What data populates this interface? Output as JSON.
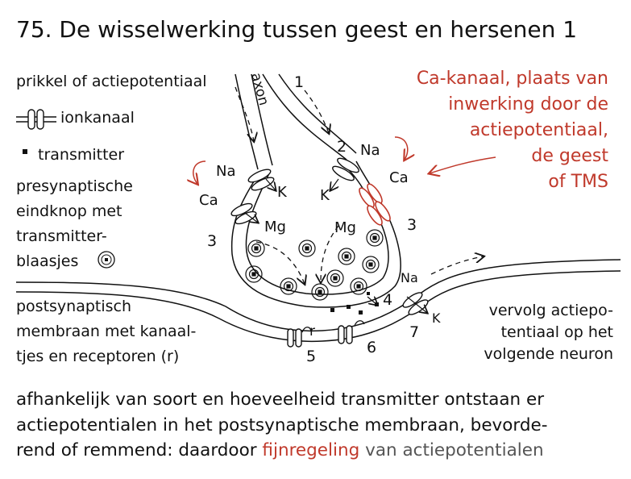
{
  "title": "75. De wisselwerking tussen geest en hersenen 1",
  "legend": {
    "stimulus": "prikkel of actiepotentiaal",
    "ion_channel": "ionkanaal",
    "transmitter": "transmitter",
    "presynaptic_1": "presynaptische",
    "presynaptic_2": "eindknop met",
    "presynaptic_3": "transmitter-",
    "presynaptic_4": "blaasjes",
    "postsynaptic_1": "postsynaptisch",
    "postsynaptic_2": "membraan met kanaal-",
    "postsynaptic_3": "tjes en receptoren (r)"
  },
  "ca_note": [
    "Ca-kanaal, plaats van",
    "inwerking door de",
    "actiepotentiaal,",
    "de geest",
    "of TMS"
  ],
  "continuation": [
    "vervolg actiepo-",
    "tentiaal op het",
    "volgende neuron"
  ],
  "diagram_labels": {
    "axon": "axon",
    "n1": "1",
    "n2": "2",
    "n3a": "3",
    "n3b": "3",
    "n4": "4",
    "n5": "5",
    "n6": "6",
    "n7": "7",
    "na_left": "Na",
    "k_left": "K",
    "ca_left": "Ca",
    "mg_left": "Mg",
    "na_right": "Na",
    "k_right": "K",
    "ca_right": "Ca",
    "mg_right": "Mg",
    "na_post": "Na",
    "k_post": "K",
    "r": "r"
  },
  "footer": {
    "line1": "afhankelijk van soort en hoeveelheid transmitter ontstaan er",
    "line2": "actiepotentialen in het postsynaptische membraan, bevorde-",
    "line3_a": "rend of remmend: daardoor ",
    "line3_b": "fijnregeling",
    "line3_c": " van actiepotentialen"
  },
  "colors": {
    "accent_red": "#c0392b",
    "ink": "#111111",
    "gray_text": "#555555"
  }
}
